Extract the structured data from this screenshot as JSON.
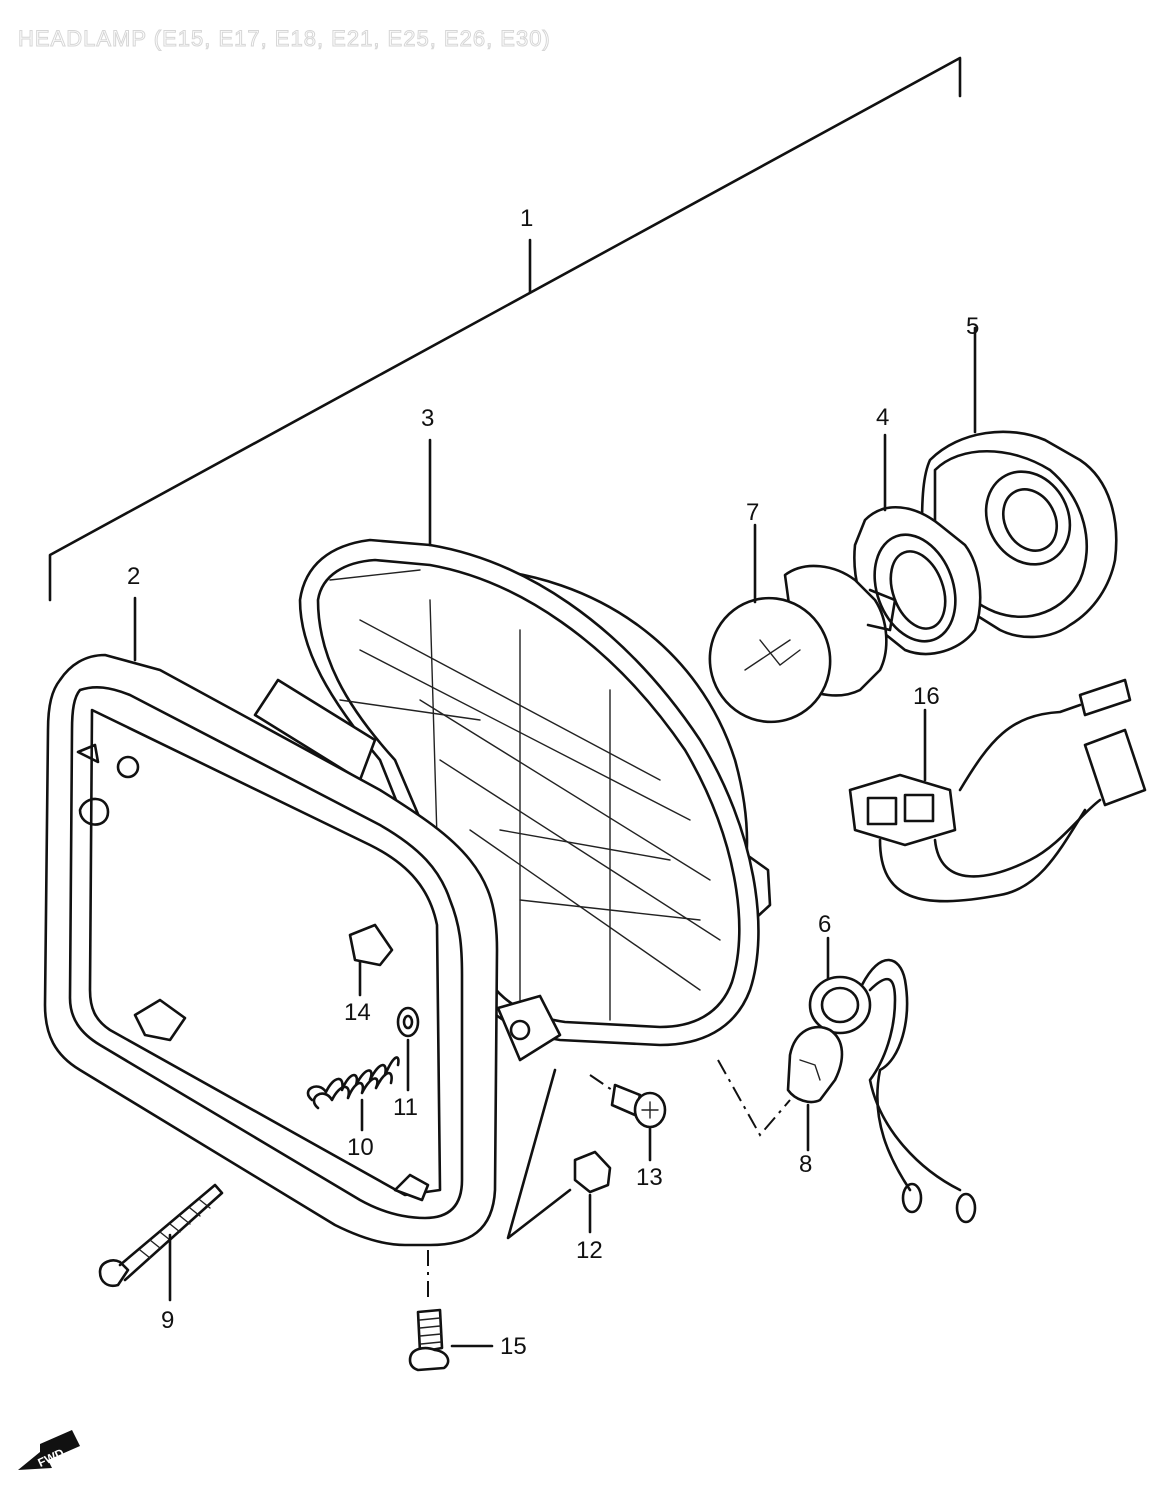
{
  "title": "HEADLAMP (E15, E17, E18, E21, E25, E26, E30)",
  "fwd_label": "FWD",
  "parts": [
    {
      "id": "part-1",
      "label": "1"
    },
    {
      "id": "part-2",
      "label": "2"
    },
    {
      "id": "part-3",
      "label": "3"
    },
    {
      "id": "part-4",
      "label": "4"
    },
    {
      "id": "part-5",
      "label": "5"
    },
    {
      "id": "part-6",
      "label": "6"
    },
    {
      "id": "part-7",
      "label": "7"
    },
    {
      "id": "part-8",
      "label": "8"
    },
    {
      "id": "part-9",
      "label": "9"
    },
    {
      "id": "part-10",
      "label": "10"
    },
    {
      "id": "part-11",
      "label": "11"
    },
    {
      "id": "part-12",
      "label": "12"
    },
    {
      "id": "part-13",
      "label": "13"
    },
    {
      "id": "part-14",
      "label": "14"
    },
    {
      "id": "part-15",
      "label": "15"
    },
    {
      "id": "part-16",
      "label": "16"
    }
  ]
}
